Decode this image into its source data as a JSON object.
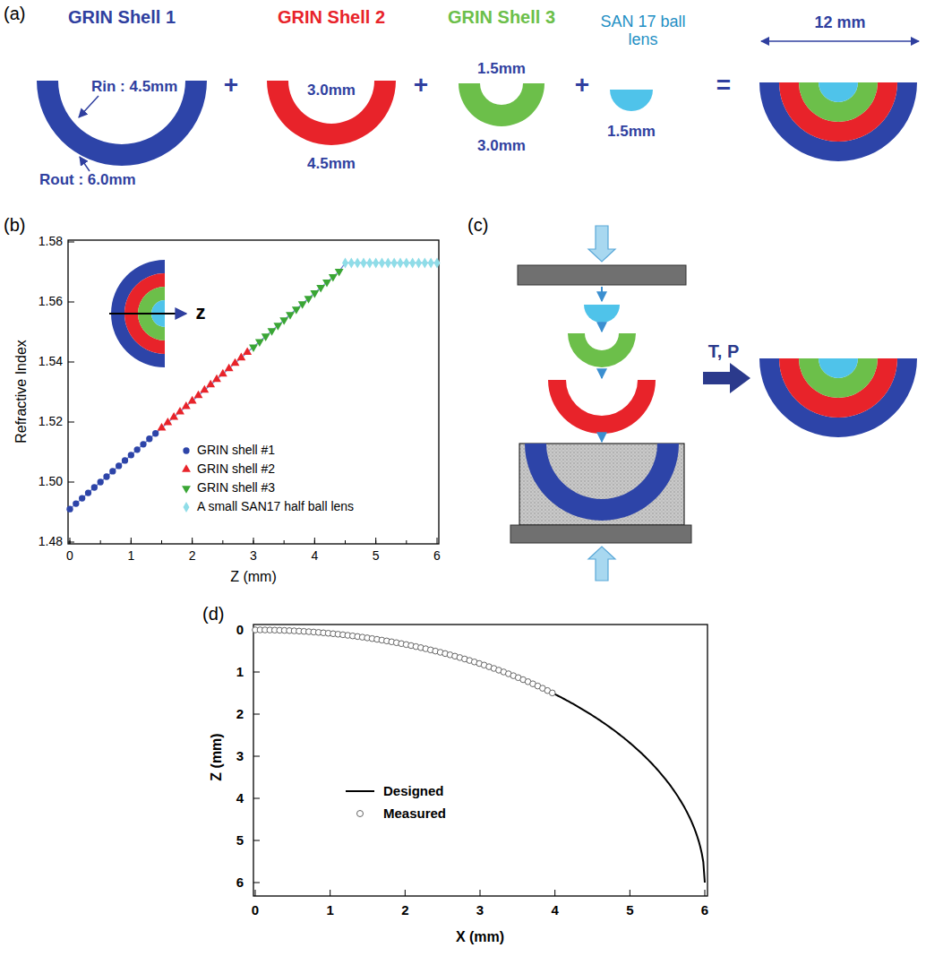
{
  "diagram": {
    "nodes": [
      {
        "text": [
          "GRIN Shell 1",
          "Rin : 4.5mm",
          "Rout : 6.0mm"
        ]
      },
      {
        "text": [
          "GRIN Shell 2",
          "3.0mm",
          "4.5mm"
        ]
      },
      {
        "text": [
          "GRIN Shell 3",
          "1.5mm",
          "3.0mm"
        ]
      },
      {
        "text": [
          "SAN 17 ball lens",
          "1.5mm"
        ]
      }
    ],
    "labels": [
      "(a)",
      "+",
      "+",
      "+",
      "=",
      "12 mm",
      "(b)",
      "1.48",
      "1.50",
      "1.52",
      "1.54",
      "1.56",
      "1.58",
      "0",
      "1",
      "2",
      "3",
      "4",
      "5",
      "6",
      "Refractive Index",
      "Z (mm)",
      "z",
      "(c)",
      "T, P",
      "(d)",
      "0",
      "1",
      "2",
      "3",
      "4",
      "5",
      "6",
      "0",
      "1",
      "2",
      "3",
      "4",
      "5",
      "6",
      "Z (mm)",
      "X (mm)"
    ],
    "legend": [
      {
        "text": "GRIN shell #1"
      },
      {
        "text": "GRIN shell #2"
      },
      {
        "text": "GRIN shell #3"
      },
      {
        "text": "A small SAN17 half ball lens"
      },
      {
        "text": "Designed"
      },
      {
        "text": "Measured"
      }
    ]
  }
}
